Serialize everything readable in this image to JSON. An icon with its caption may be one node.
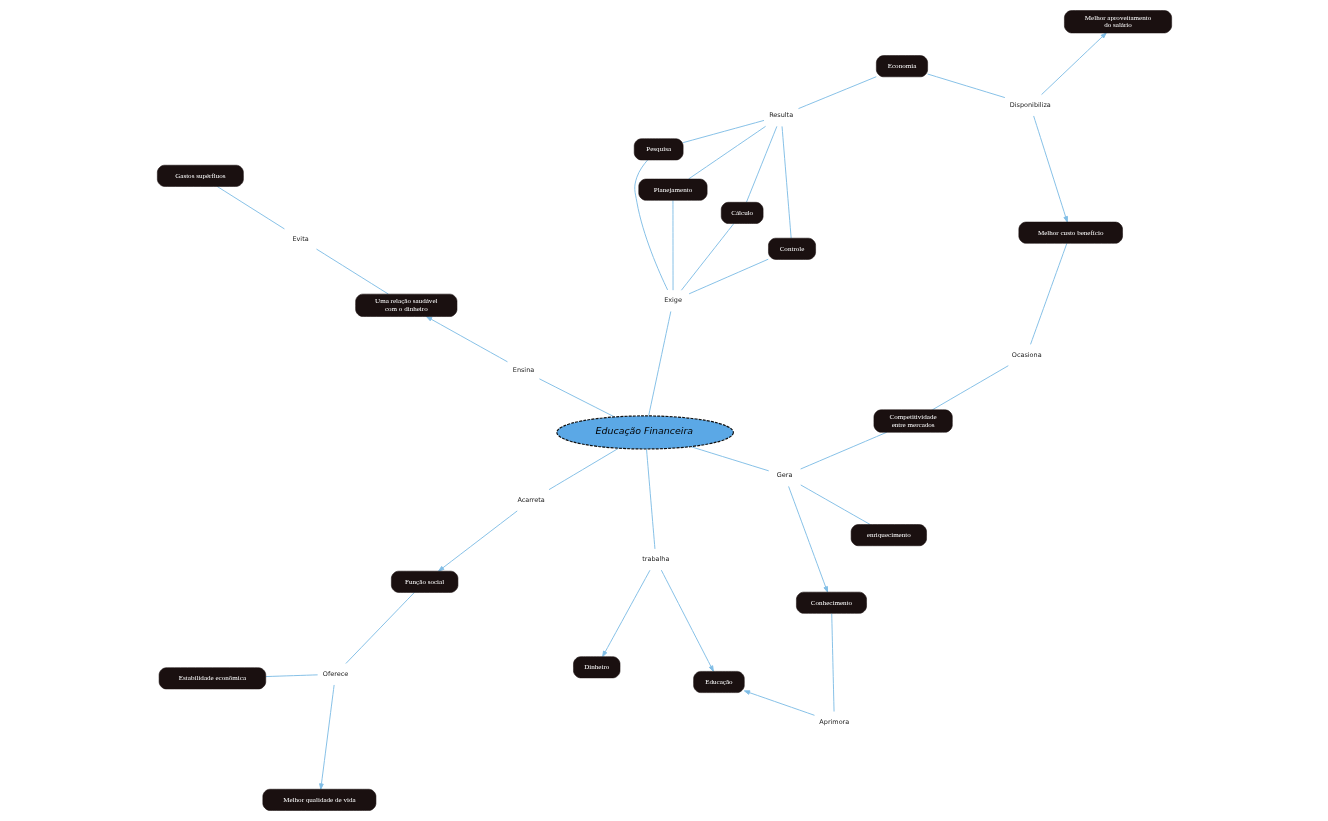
{
  "diagram": {
    "nodes": [
      {
        "text": [
          "Educação Financeira"
        ]
      },
      {
        "text": [
          "trabalha"
        ]
      },
      {
        "text": [
          "Educação"
        ]
      },
      {
        "text": [
          "Dinheiro"
        ]
      },
      {
        "text": [
          "Acarreta"
        ]
      },
      {
        "text": [
          "Função social"
        ]
      },
      {
        "text": [
          "Oferece"
        ]
      },
      {
        "text": [
          "Melhor qualidade de vida"
        ]
      },
      {
        "text": [
          "Estabilidade econômica"
        ]
      },
      {
        "text": [
          "Gera"
        ]
      },
      {
        "text": [
          "Conhecimento"
        ]
      },
      {
        "text": [
          "Aprimora"
        ]
      },
      {
        "text": [
          "enriquecimento"
        ]
      },
      {
        "text": [
          "Competitividade entre mercados"
        ]
      },
      {
        "text": [
          "Ocasiona"
        ]
      },
      {
        "text": [
          "Melhor custo benefício"
        ]
      },
      {
        "text": [
          "Ensina"
        ]
      },
      {
        "text": [
          "Uma relação saudável com o dinheiro"
        ]
      },
      {
        "text": [
          "Evita"
        ]
      },
      {
        "text": [
          "Gastos supérfluos"
        ]
      },
      {
        "text": [
          "Exige"
        ]
      },
      {
        "text": [
          "Planejamento"
        ]
      },
      {
        "text": [
          "Controle"
        ]
      },
      {
        "text": [
          "Cálculo"
        ]
      },
      {
        "text": [
          "Pesquisa"
        ]
      },
      {
        "text": [
          "Resulta"
        ]
      },
      {
        "text": [
          "Economia"
        ]
      },
      {
        "text": [
          "Disponibiliza"
        ]
      },
      {
        "text": [
          "Melhor aproveitamento do salário"
        ]
      }
    ],
    "edges": [
      {
        "from": 0,
        "to": 1,
        "arrow": "none"
      },
      {
        "from": 1,
        "to": 2,
        "arrow": "to"
      },
      {
        "from": 1,
        "to": 3,
        "arrow": "to"
      },
      {
        "from": 0,
        "to": 4,
        "arrow": "none"
      },
      {
        "from": 4,
        "to": 5,
        "arrow": "to"
      },
      {
        "from": 5,
        "to": 6,
        "arrow": "none"
      },
      {
        "from": 6,
        "to": 7,
        "arrow": "to"
      },
      {
        "from": 8,
        "to": 6,
        "arrow": "none"
      },
      {
        "from": 0,
        "to": 9,
        "arrow": "none"
      },
      {
        "from": 9,
        "to": 10,
        "arrow": "to"
      },
      {
        "from": 12,
        "to": 9,
        "arrow": "none"
      },
      {
        "from": 13,
        "to": 9,
        "arrow": "none"
      },
      {
        "from": 10,
        "to": 11,
        "arrow": "none"
      },
      {
        "from": 11,
        "to": 2,
        "arrow": "to"
      },
      {
        "from": 13,
        "to": 14,
        "arrow": "none"
      },
      {
        "from": 14,
        "to": 15,
        "arrow": "none"
      },
      {
        "from": 0,
        "to": 16,
        "arrow": "none"
      },
      {
        "from": 16,
        "to": 17,
        "arrow": "to"
      },
      {
        "from": 17,
        "to": 18,
        "arrow": "none"
      },
      {
        "from": 18,
        "to": 19,
        "arrow": "none"
      },
      {
        "from": 0,
        "to": 20,
        "arrow": "none"
      },
      {
        "from": 20,
        "to": 21,
        "arrow": "none"
      },
      {
        "from": 20,
        "to": 22,
        "arrow": "none"
      },
      {
        "from": 20,
        "to": 23,
        "arrow": "none"
      },
      {
        "from": 20,
        "to": 24,
        "arrow": "none"
      },
      {
        "from": 21,
        "to": 25,
        "arrow": "none"
      },
      {
        "from": 22,
        "to": 25,
        "arrow": "none"
      },
      {
        "from": 23,
        "to": 25,
        "arrow": "none"
      },
      {
        "from": 24,
        "to": 25,
        "arrow": "none"
      },
      {
        "from": 25,
        "to": 26,
        "arrow": "none"
      },
      {
        "from": 26,
        "to": 27,
        "arrow": "none"
      },
      {
        "from": 27,
        "to": 15,
        "arrow": "to"
      },
      {
        "from": 27,
        "to": 28,
        "arrow": "to"
      }
    ]
  }
}
